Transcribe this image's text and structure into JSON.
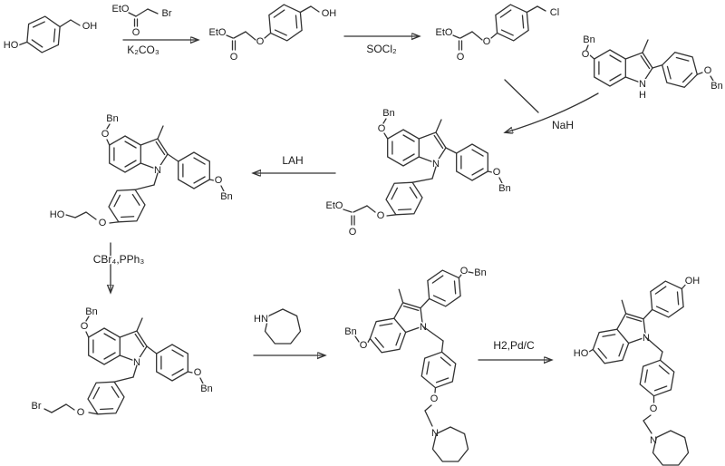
{
  "scheme": {
    "arrows": {
      "step1_base": "K₂CO₃",
      "step2_reagent": "SOCl₂",
      "step3_reagent": "NaH",
      "step4_reagent": "LAH",
      "step5_reagent": "CBr₄,PPh₃",
      "step7_reagent": "H2,Pd/C"
    },
    "reagent1": {
      "eto": "EtO",
      "br": "Br",
      "o_carbonyl": "O"
    },
    "amine": {
      "hn": "HN"
    },
    "s1": {
      "ho": "HO",
      "oh": "OH"
    },
    "s2": {
      "eto": "EtO",
      "o_carbonyl": "O",
      "o_ether": "O",
      "oh": "OH"
    },
    "s3": {
      "eto": "EtO",
      "o_carbonyl": "O",
      "o_ether": "O",
      "cl": "Cl"
    },
    "s4": {
      "bn5": "Bn",
      "o5": "O",
      "n": "N",
      "h": "H",
      "o4": "O",
      "bn4": "Bn"
    },
    "s5": {
      "bn5": "Bn",
      "o5": "O",
      "n": "N",
      "o4": "O",
      "bn4": "Bn",
      "o_ether": "O",
      "o_carbonyl": "O",
      "eto": "EtO"
    },
    "s6": {
      "bn5": "Bn",
      "o5": "O",
      "n": "N",
      "o4": "O",
      "bn4": "Bn",
      "o_ether": "O",
      "ho": "HO"
    },
    "s7": {
      "bn5": "Bn",
      "o5": "O",
      "n": "N",
      "o4": "O",
      "bn4": "Bn",
      "o_ether": "O",
      "br": "Br"
    },
    "s8": {
      "bn5": "Bn",
      "o5": "O",
      "n": "N",
      "o4": "O",
      "bn4": "Bn",
      "o_ether": "O",
      "n_azepane": "N"
    },
    "s9": {
      "ho5": "HO",
      "n": "N",
      "oh4": "OH",
      "o_ether": "O",
      "n_azepane": "N"
    }
  }
}
